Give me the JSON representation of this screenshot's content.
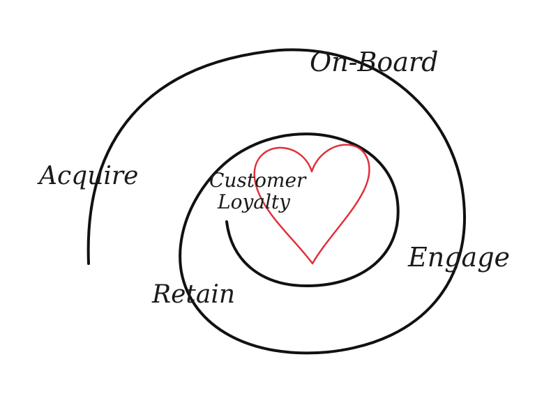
{
  "labels": {
    "onboard": "On-Board",
    "acquire": "Acquire",
    "engage": "Engage",
    "retain": "Retain",
    "center_line1": "Customer",
    "center_line2": "Loyalty"
  },
  "colors": {
    "spiral": "#111111",
    "heart": "#e0303a",
    "text": "#1a1a1a",
    "background": "#ffffff"
  }
}
